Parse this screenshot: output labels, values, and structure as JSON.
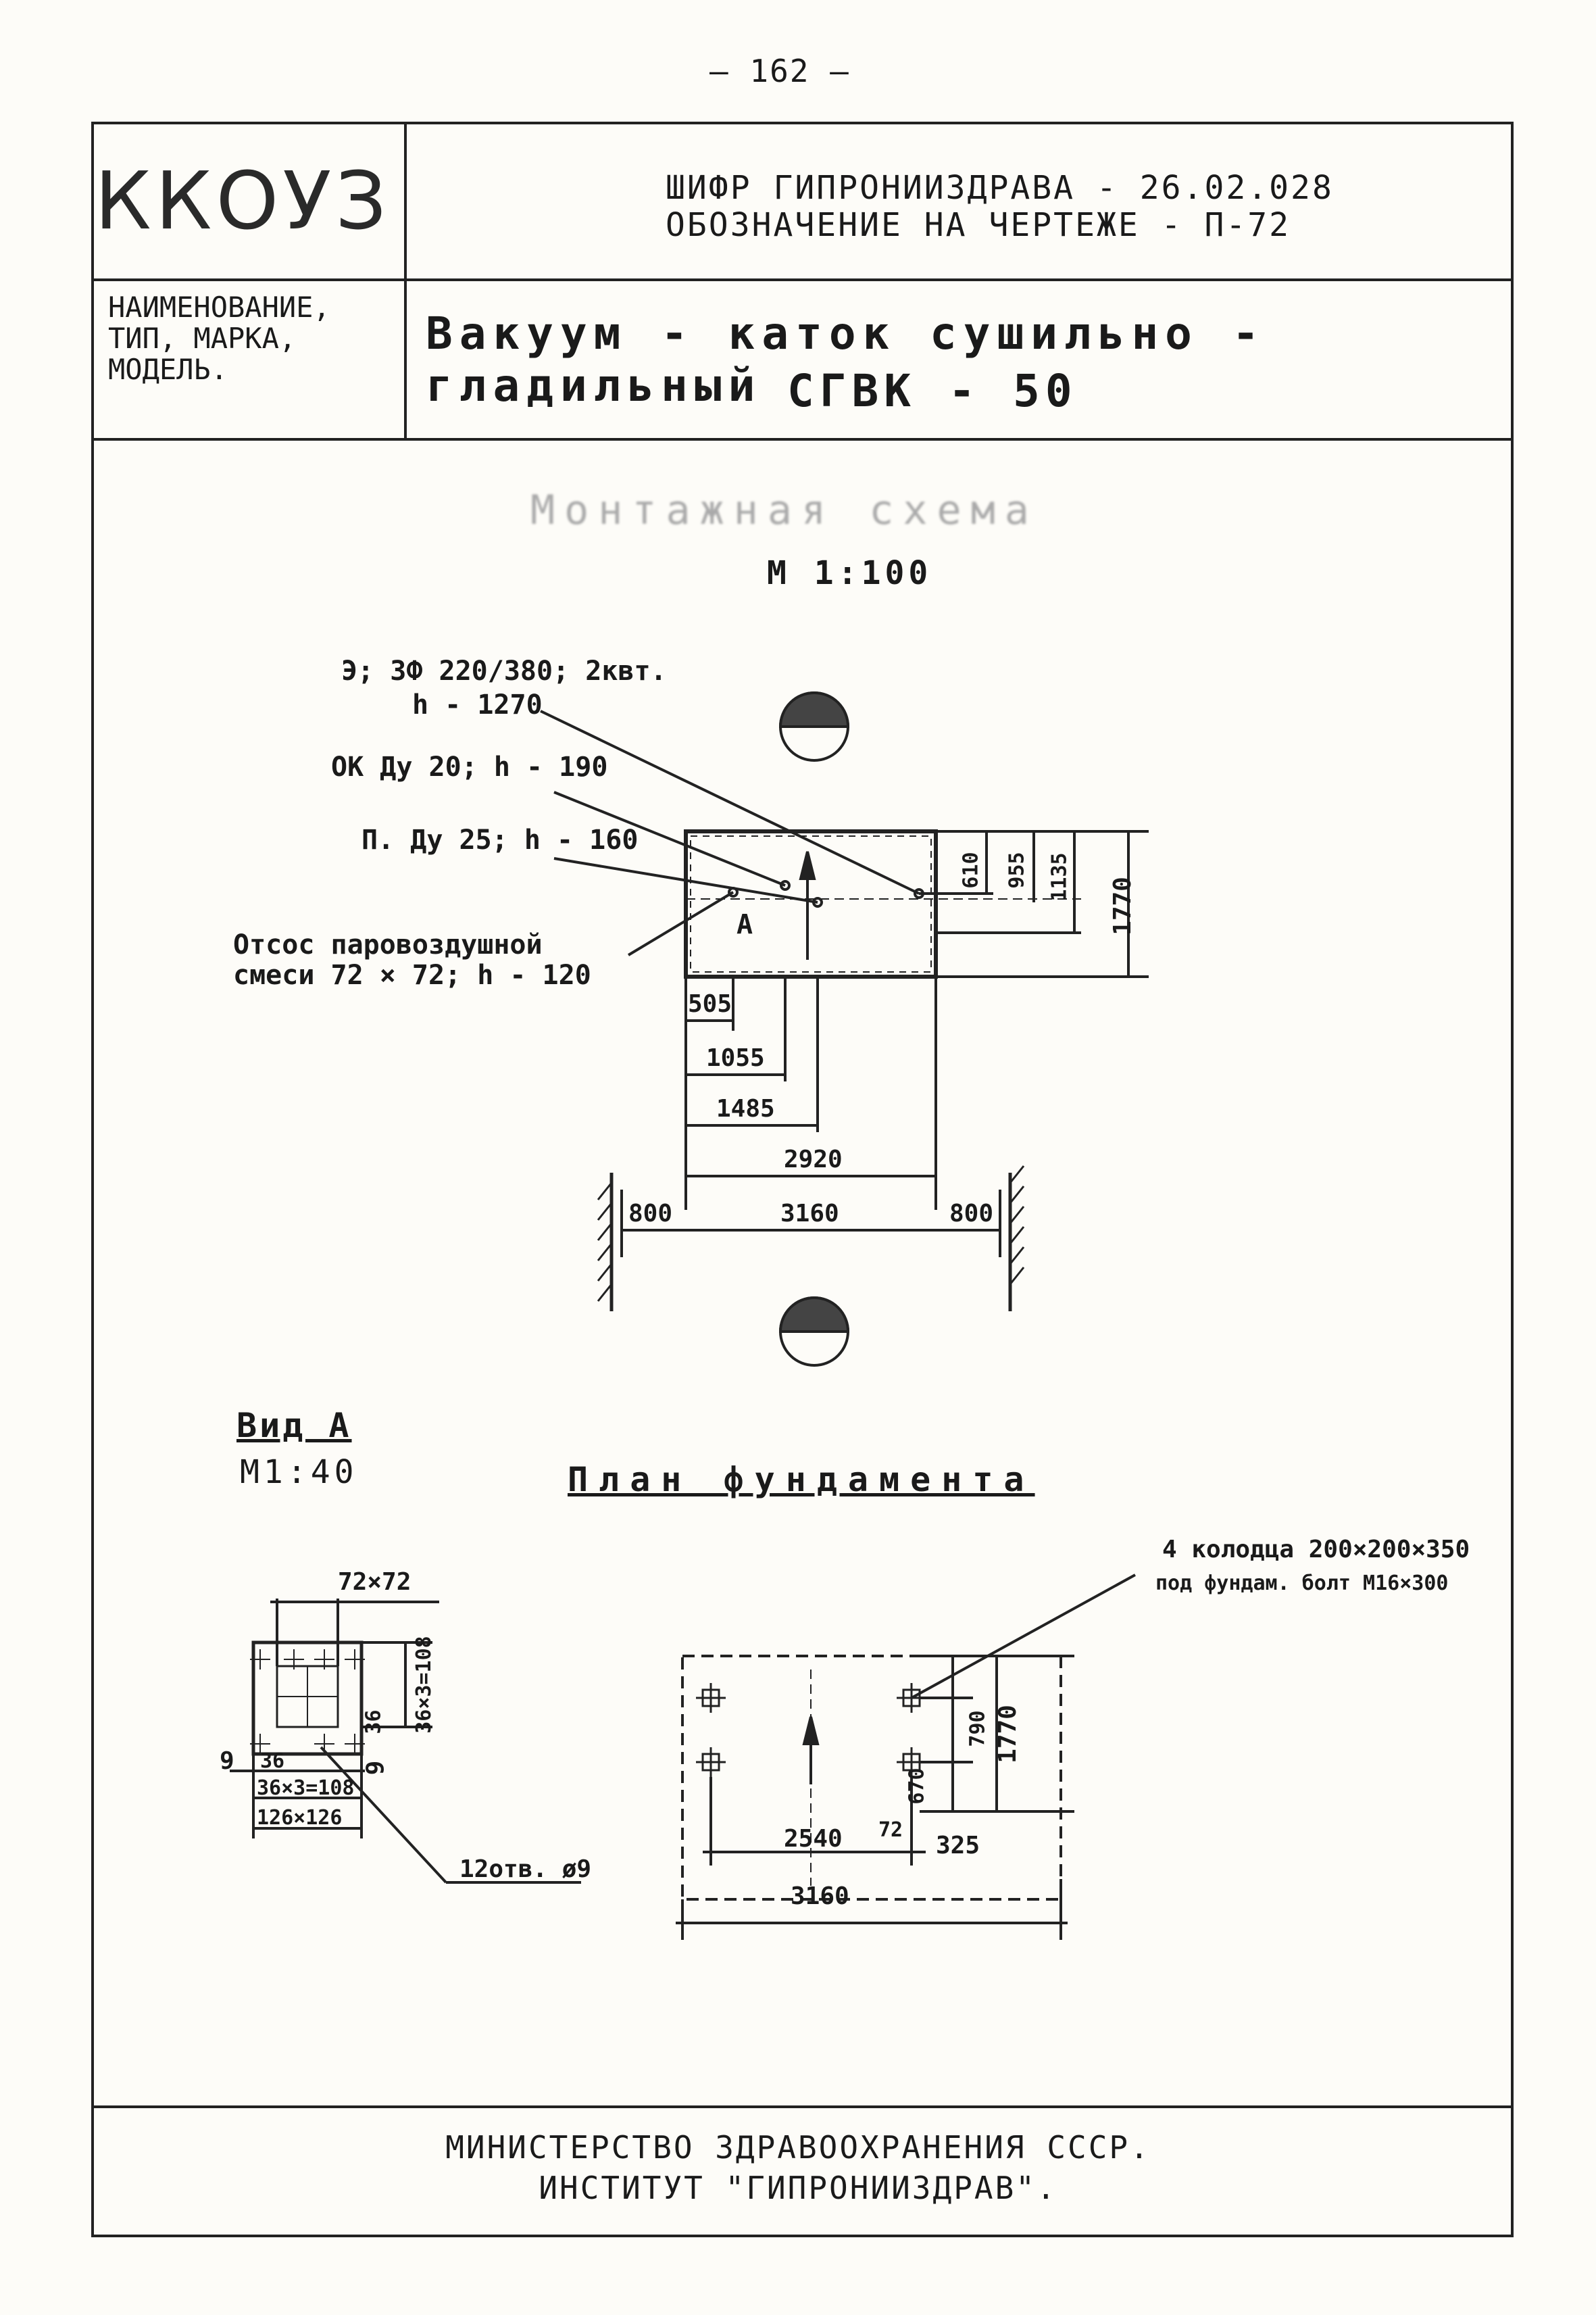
{
  "page_number": "— 162 —",
  "header": {
    "logo": "ККОУЗ",
    "cipher_line": "ШИФР ГИПРОНИИЗДРАВА   - 26.02.028",
    "designation_line": "ОБОЗНАЧЕНИЕ НА ЧЕРТЕЖЕ - П-72",
    "name_label_lines": [
      "НАИМЕНОВАНИЕ,",
      "ТИП, МАРКА,",
      "МОДЕЛЬ."
    ],
    "model_title": "Вакуум - каток сушильно - гладильный",
    "model_code": "СГВК - 50"
  },
  "drawing": {
    "blurred_title": "Монтажная схема",
    "scale_main": "М 1:100",
    "notes": {
      "electric_1": "Э; 3Ф 220/380; 2квт.",
      "electric_2": "h - 1270",
      "water": "ОК Ду 20; h - 190",
      "steam": "П. Ду 25; h - 160",
      "exhaust_1": "Отсос паровоздушной",
      "exhaust_2": "смеси 72 × 72; h - 120",
      "view_marker": "А"
    },
    "dims_plan": {
      "d505": "505",
      "d1055": "1055",
      "d1485": "1485",
      "d2920": "2920",
      "d3160": "3160",
      "d800_left": "800",
      "d800_right": "800",
      "d610": "610",
      "d955": "955",
      "d1135": "1135",
      "d1770": "1770"
    },
    "view_a": {
      "title": "Вид А",
      "scale": "М1:40",
      "d72x72": "72×72",
      "d36x3_v": "36×3=108",
      "d36_v": "36",
      "d9_left": "9",
      "d36_h": "36",
      "d9_right": "9",
      "d36x3_h": "36×3=108",
      "d126x126": "126×126",
      "holes": "12отв. ø9"
    },
    "foundation": {
      "title": "План фундамента",
      "note_1": "4 колодца 200×200×350",
      "note_2": "под фундам. болт М16×300",
      "d790": "790",
      "d670": "670",
      "d1770": "1770",
      "d2540": "2540",
      "d72": "72",
      "d325": "325",
      "d3160": "3160"
    }
  },
  "footer": {
    "line1": "МИНИСТЕРСТВО ЗДРАВООХРАНЕНИЯ СССР.",
    "line2": "ИНСТИТУТ \"ГИПРОНИИЗДРАВ\"."
  }
}
